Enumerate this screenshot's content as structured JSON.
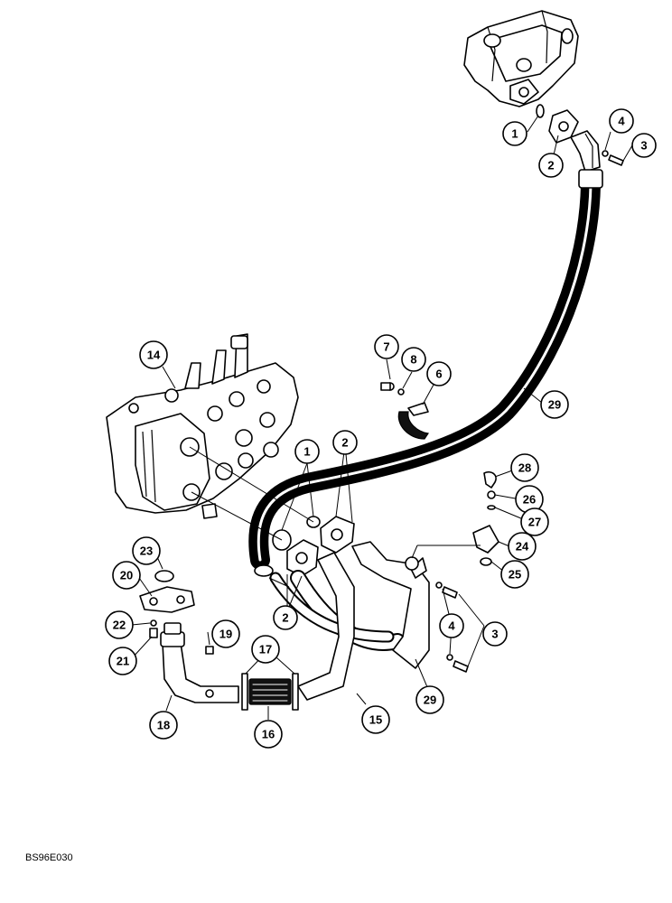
{
  "figure_code": "BS96E030",
  "callouts": [
    {
      "id": "c1a",
      "label": "1"
    },
    {
      "id": "c2a",
      "label": "2"
    },
    {
      "id": "c3a",
      "label": "3"
    },
    {
      "id": "c4a",
      "label": "4"
    },
    {
      "id": "c29a",
      "label": "29"
    },
    {
      "id": "c7",
      "label": "7"
    },
    {
      "id": "c8",
      "label": "8"
    },
    {
      "id": "c6",
      "label": "6"
    },
    {
      "id": "c14",
      "label": "14"
    },
    {
      "id": "c1b",
      "label": "1"
    },
    {
      "id": "c2b",
      "label": "2"
    },
    {
      "id": "c28",
      "label": "28"
    },
    {
      "id": "c26",
      "label": "26"
    },
    {
      "id": "c27",
      "label": "27"
    },
    {
      "id": "c24",
      "label": "24"
    },
    {
      "id": "c25",
      "label": "25"
    },
    {
      "id": "c23",
      "label": "23"
    },
    {
      "id": "c20",
      "label": "20"
    },
    {
      "id": "c2c",
      "label": "2"
    },
    {
      "id": "c3b",
      "label": "3"
    },
    {
      "id": "c4b",
      "label": "4"
    },
    {
      "id": "c22",
      "label": "22"
    },
    {
      "id": "c19",
      "label": "19"
    },
    {
      "id": "c21",
      "label": "21"
    },
    {
      "id": "c17",
      "label": "17"
    },
    {
      "id": "c29b",
      "label": "29"
    },
    {
      "id": "c15",
      "label": "15"
    },
    {
      "id": "c18",
      "label": "18"
    },
    {
      "id": "c16",
      "label": "16"
    }
  ]
}
